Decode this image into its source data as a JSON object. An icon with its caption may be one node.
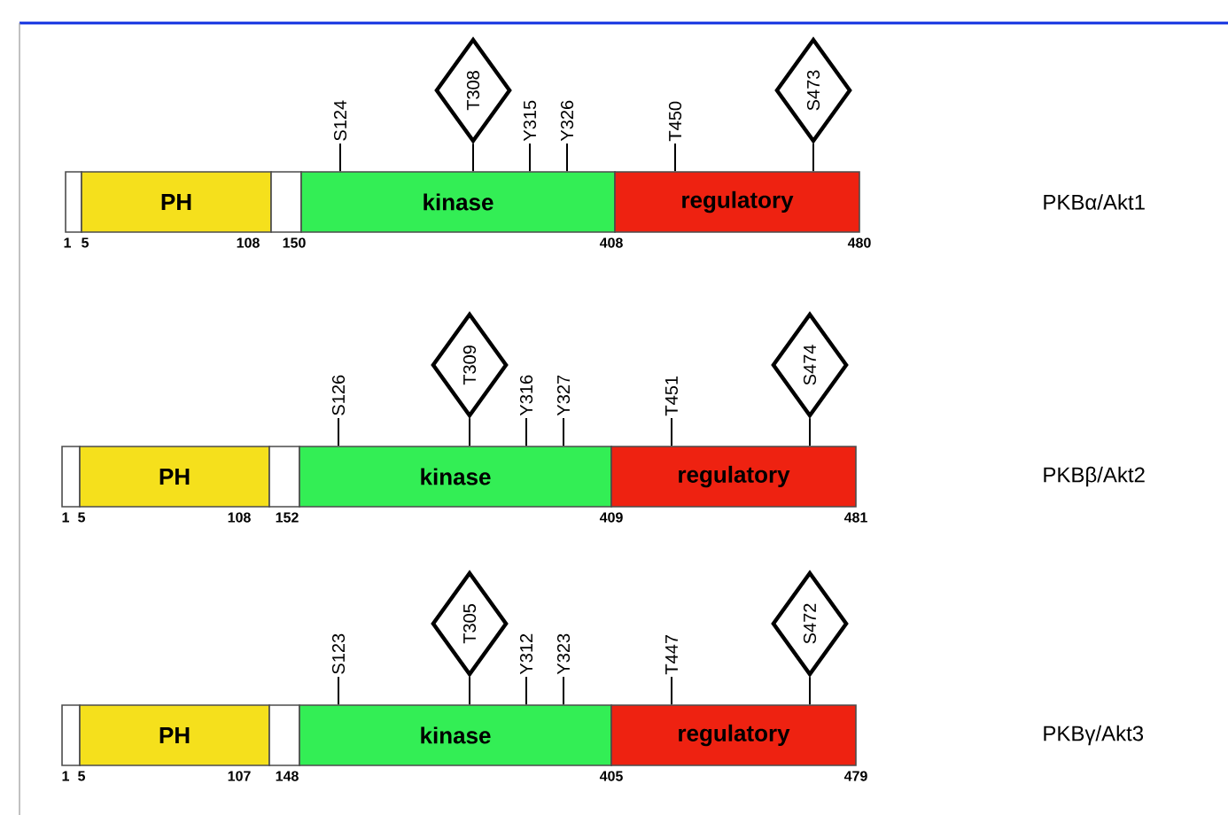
{
  "diagram": {
    "nodes": [
      {
        "text": [],
        "shape": "box"
      },
      {
        "text": [
          "PH"
        ]
      },
      {
        "text": [],
        "shape": "box"
      },
      {
        "text": [
          "kinase"
        ]
      },
      {
        "text": [
          "regulatory"
        ]
      },
      {
        "text": [
          "S124"
        ]
      },
      {
        "text": [
          "T308"
        ]
      },
      {
        "text": [
          "Y315"
        ]
      },
      {
        "text": [
          "Y326"
        ]
      },
      {
        "text": [
          "T450"
        ]
      },
      {
        "text": [
          "S473"
        ]
      },
      {
        "text": [],
        "shape": "box"
      },
      {
        "text": [
          "PH"
        ]
      },
      {
        "text": [],
        "shape": "box"
      },
      {
        "text": [
          "kinase"
        ]
      },
      {
        "text": [
          "regulatory"
        ]
      },
      {
        "text": [
          "S126"
        ]
      },
      {
        "text": [
          "T309"
        ]
      },
      {
        "text": [
          "Y316"
        ]
      },
      {
        "text": [
          "Y327"
        ]
      },
      {
        "text": [
          "T451"
        ]
      },
      {
        "text": [
          "S474"
        ]
      },
      {
        "text": [],
        "shape": "box"
      },
      {
        "text": [
          "PH"
        ]
      },
      {
        "text": [],
        "shape": "box"
      },
      {
        "text": [
          "kinase"
        ]
      },
      {
        "text": [
          "regulatory"
        ]
      },
      {
        "text": [
          "S123"
        ]
      },
      {
        "text": [
          "T305"
        ]
      },
      {
        "text": [
          "Y312"
        ]
      },
      {
        "text": [
          "Y323"
        ]
      },
      {
        "text": [
          "T447"
        ]
      },
      {
        "text": [
          "S472"
        ]
      }
    ],
    "edges": [
      {
        "from": 5,
        "to": 3,
        "arrow": "none"
      },
      {
        "from": 6,
        "to": 3,
        "arrow": "none"
      },
      {
        "from": 7,
        "to": 3,
        "arrow": "none"
      },
      {
        "from": 8,
        "to": 3,
        "arrow": "none"
      },
      {
        "from": 9,
        "to": 4,
        "arrow": "none"
      },
      {
        "from": 10,
        "to": 4,
        "arrow": "none"
      },
      {
        "from": 16,
        "to": 14,
        "arrow": "none"
      },
      {
        "from": 17,
        "to": 14,
        "arrow": "none"
      },
      {
        "from": 18,
        "to": 14,
        "arrow": "none"
      },
      {
        "from": 19,
        "to": 14,
        "arrow": "none"
      },
      {
        "from": 20,
        "to": 15,
        "arrow": "none"
      },
      {
        "from": 21,
        "to": 15,
        "arrow": "none"
      },
      {
        "from": 27,
        "to": 25,
        "arrow": "none"
      },
      {
        "from": 28,
        "to": 25,
        "arrow": "none"
      },
      {
        "from": 29,
        "to": 25,
        "arrow": "none"
      },
      {
        "from": 30,
        "to": 25,
        "arrow": "none"
      },
      {
        "from": 31,
        "to": 26,
        "arrow": "none"
      },
      {
        "from": 32,
        "to": 26,
        "arrow": "none"
      }
    ],
    "labels": [
      "PKBα/Akt1",
      "1",
      "5",
      "108",
      "150",
      "408",
      "480",
      "PKBβ/Akt2",
      "1",
      "5",
      "108",
      "152",
      "409",
      "481",
      "PKBγ/Akt3",
      "1",
      "5",
      "107",
      "148",
      "405",
      "479"
    ]
  }
}
